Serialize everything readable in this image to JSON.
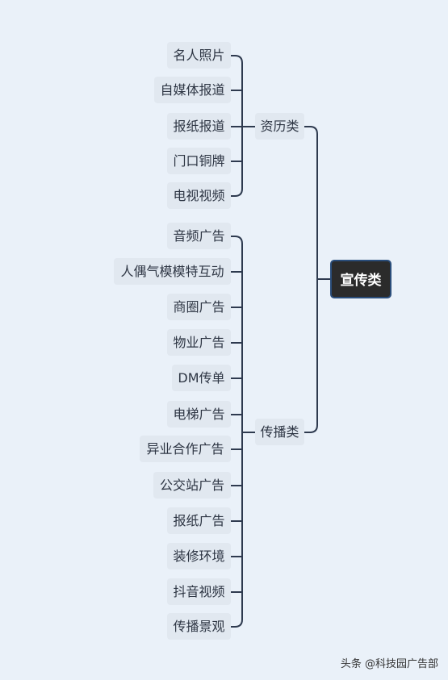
{
  "root": {
    "label": "宣传类"
  },
  "branches": [
    {
      "label": "资历类",
      "children": [
        "名人照片",
        "自媒体报道",
        "报纸报道",
        "门口铜牌",
        "电视视频"
      ]
    },
    {
      "label": "传播类",
      "children": [
        "音频广告",
        "人偶气模模特互动",
        "商圈广告",
        "物业广告",
        "DM传单",
        "电梯广告",
        "异业合作广告",
        "公交站广告",
        "报纸广告",
        "装修环境",
        "抖音视频",
        "传播景观"
      ]
    }
  ],
  "watermark": "头条 @科技园广告部",
  "colors": {
    "background": "#eaf1f9",
    "node": "#e1e8f0",
    "root": "#2b2b2b",
    "line": "#2e3a4f"
  }
}
